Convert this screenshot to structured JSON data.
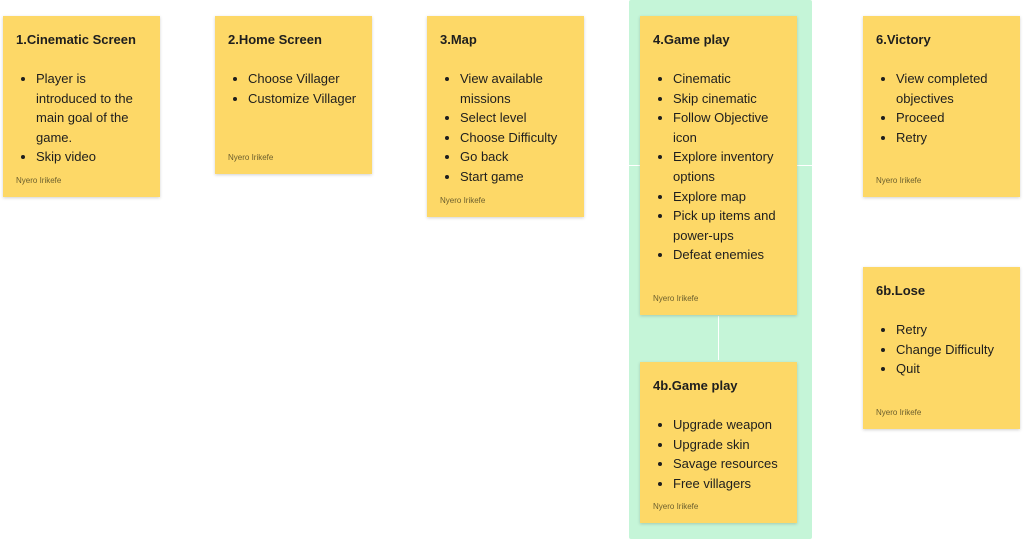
{
  "colors": {
    "sticky": "#fdd867",
    "section": "#c5f5d8"
  },
  "stickies": [
    {
      "title": "1.Cinematic Screen",
      "items": [
        " Player is introduced to the main goal of the game.",
        "Skip video"
      ],
      "author": "Nyero Irikefe"
    },
    {
      "title": "2.Home Screen",
      "items": [
        "Choose Villager",
        "Customize Villager"
      ],
      "author": "Nyero Irikefe"
    },
    {
      "title": "3.Map",
      "items": [
        "View available missions",
        "Select level",
        "Choose Difficulty",
        "Go back",
        "Start game"
      ],
      "author": "Nyero Irikefe"
    },
    {
      "title": "4.Game play",
      "items": [
        "Cinematic",
        "Skip cinematic",
        "Follow Objective icon",
        "Explore inventory options",
        "Explore map",
        "Pick up items and power-ups",
        "Defeat enemies"
      ],
      "author": "Nyero Irikefe"
    },
    {
      "title": "4b.Game play",
      "items": [
        "Upgrade weapon",
        "Upgrade skin",
        "Savage resources",
        "Free villagers"
      ],
      "author": "Nyero Irikefe"
    },
    {
      "title": "6.Victory",
      "items": [
        "View completed objectives",
        "Proceed",
        "Retry"
      ],
      "author": "Nyero Irikefe"
    },
    {
      "title": "6b.Lose",
      "items": [
        "Retry",
        "Change Difficulty",
        "Quit"
      ],
      "author": "Nyero Irikefe"
    }
  ]
}
